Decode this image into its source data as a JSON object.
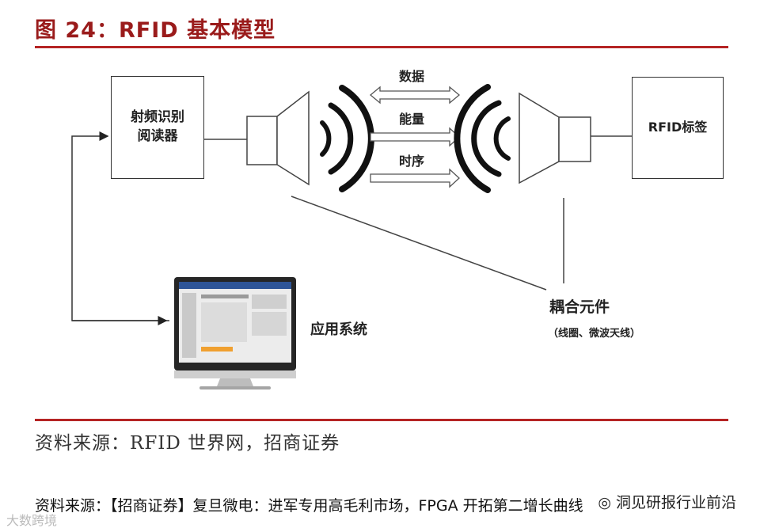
{
  "figure_title": "图 24：RFID 基本模型",
  "nodes": {
    "reader": {
      "line1": "射频识别",
      "line2": "阅读器"
    },
    "tag": "RFID标签",
    "app": "应用系统",
    "coupling": {
      "main": "耦合元件",
      "sub": "（线圈、微波天线）"
    }
  },
  "arrows": [
    "数据",
    "能量",
    "时序"
  ],
  "source_note": "资料来源：RFID 世界网，招商证券",
  "footer": "资料来源：【招商证券】复旦微电：进军专用高毛利市场，FPGA 开拓第二增长曲线",
  "wechat_account": "洞见研报行业前沿",
  "watermark": "大数跨境",
  "colors": {
    "title": "#9a1b1b",
    "rule": "#b52424"
  }
}
